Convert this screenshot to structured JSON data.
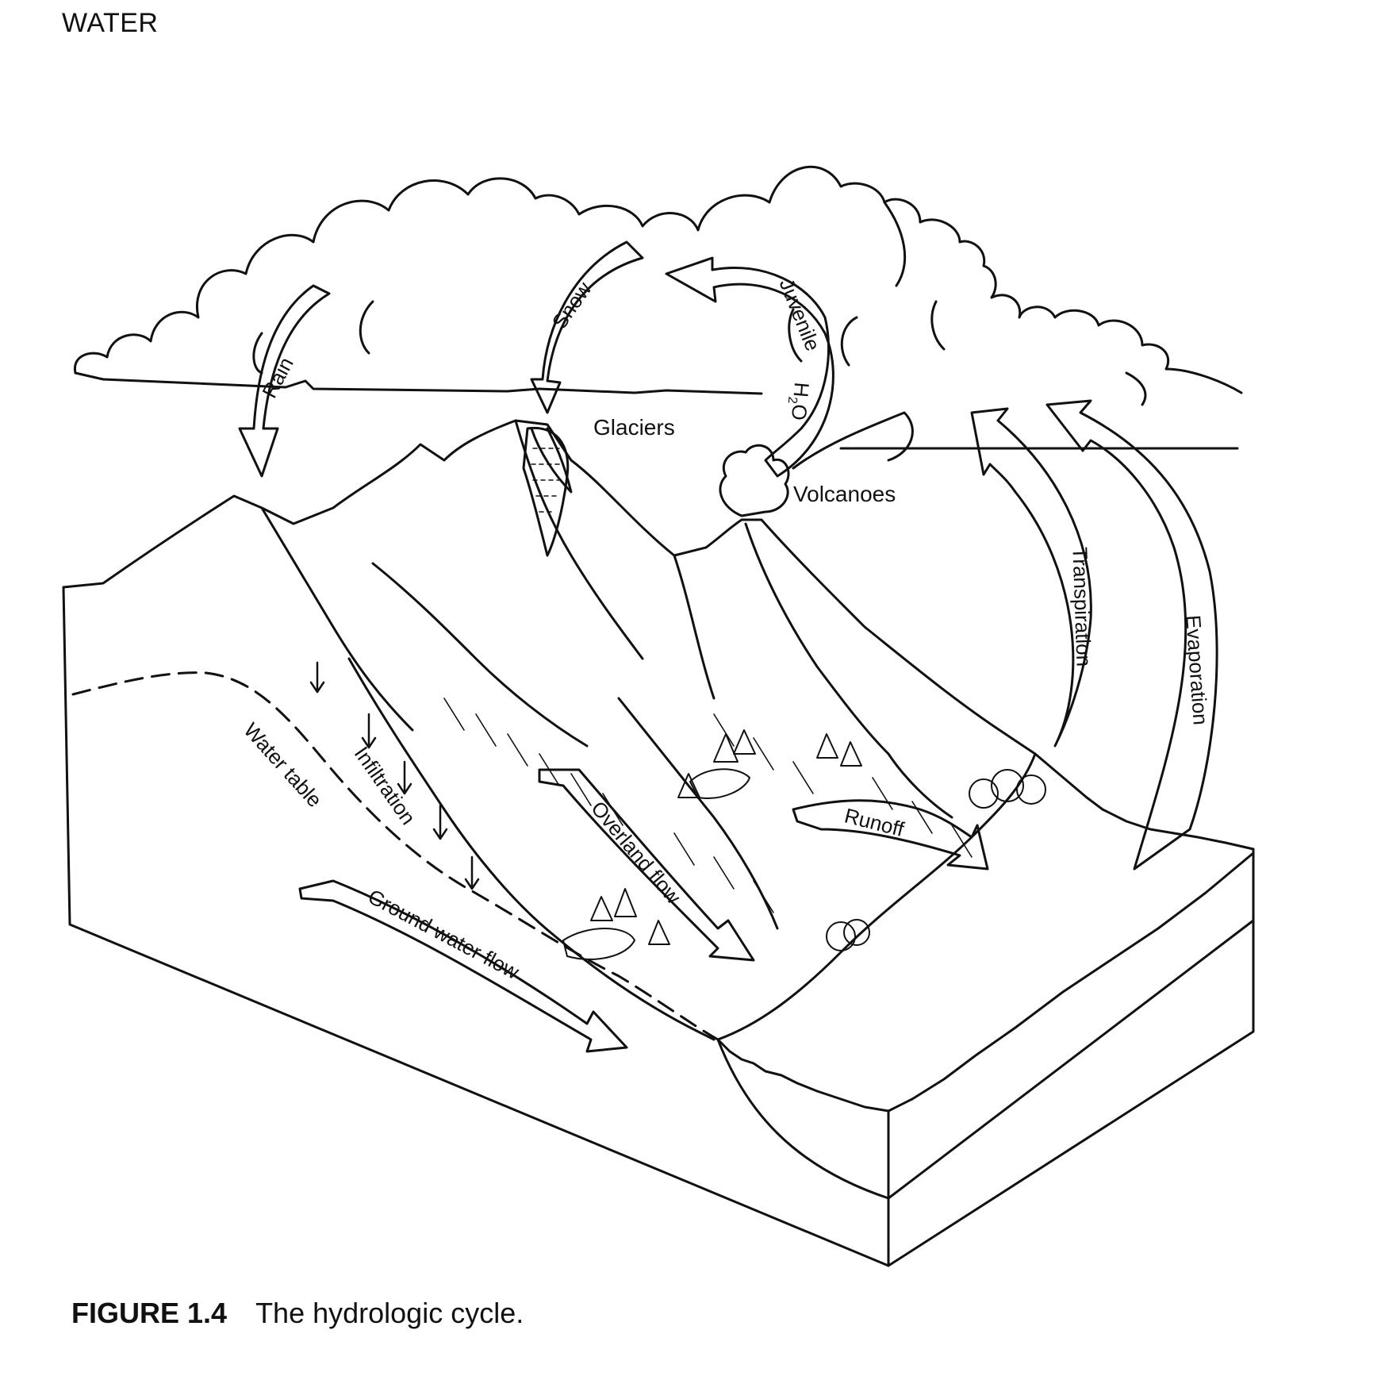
{
  "page": {
    "running_head": "WATER"
  },
  "diagram": {
    "labels": {
      "rain": "Rain",
      "snow": "Snow",
      "juvenile": "Juvenile",
      "h": "H",
      "two": "2",
      "o": "O",
      "glaciers": "Glaciers",
      "volcanoes": "Volcanoes",
      "transpiration": "Transpiration",
      "evaporation": "Evaporation",
      "water_table": "Water table",
      "infiltration": "Infiltration",
      "overland_flow": "Overland flow",
      "runoff": "Runoff",
      "ground_water_flow": "Ground water flow"
    }
  },
  "caption": {
    "figure_number": "FIGURE 1.4",
    "text": "The hydrologic cycle."
  }
}
